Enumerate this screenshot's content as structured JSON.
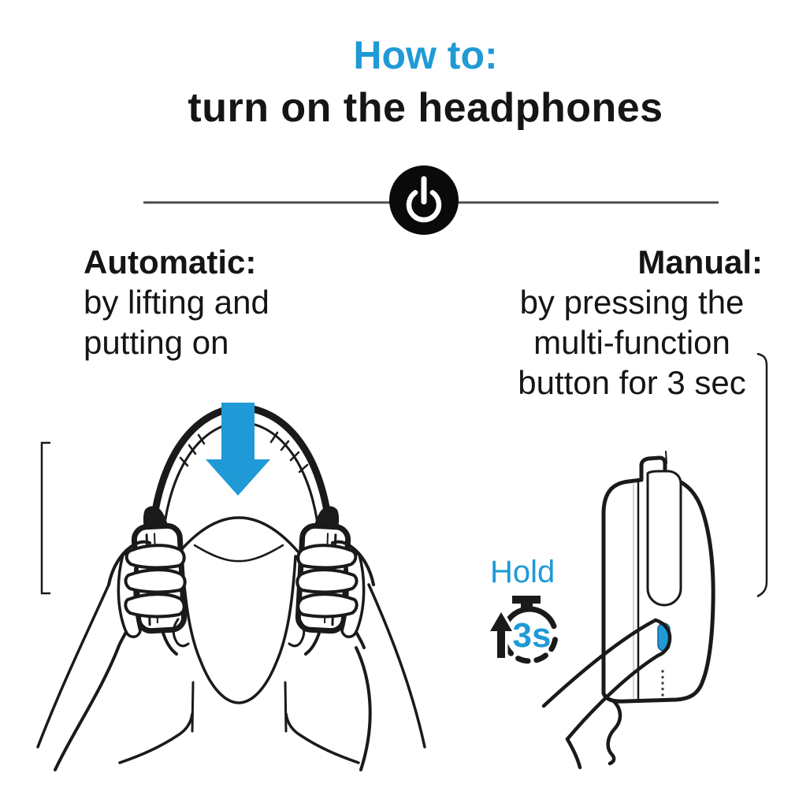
{
  "header": {
    "title_line1": "How to:",
    "title_line2": "turn on the headphones"
  },
  "divider": {
    "icon": "power-icon"
  },
  "methods": {
    "automatic": {
      "heading": "Automatic:",
      "lines": [
        "by lifting and",
        "putting on"
      ]
    },
    "manual": {
      "heading": "Manual:",
      "lines": [
        "by pressing the",
        "multi-function",
        "button for 3 sec"
      ]
    }
  },
  "hold_indicator": {
    "label": "Hold",
    "duration": "3s"
  },
  "illustrations": {
    "left": "person lifting headphones onto head with blue arrow pointing down",
    "right": "finger pressing blue multi-function button on ear cup for 3 seconds"
  },
  "colors": {
    "accent": "#1f9ad6",
    "ink": "#1a1a1a",
    "divider_line": "#4d4d4d",
    "background": "#ffffff",
    "button_blue": "#1f9ad6"
  }
}
